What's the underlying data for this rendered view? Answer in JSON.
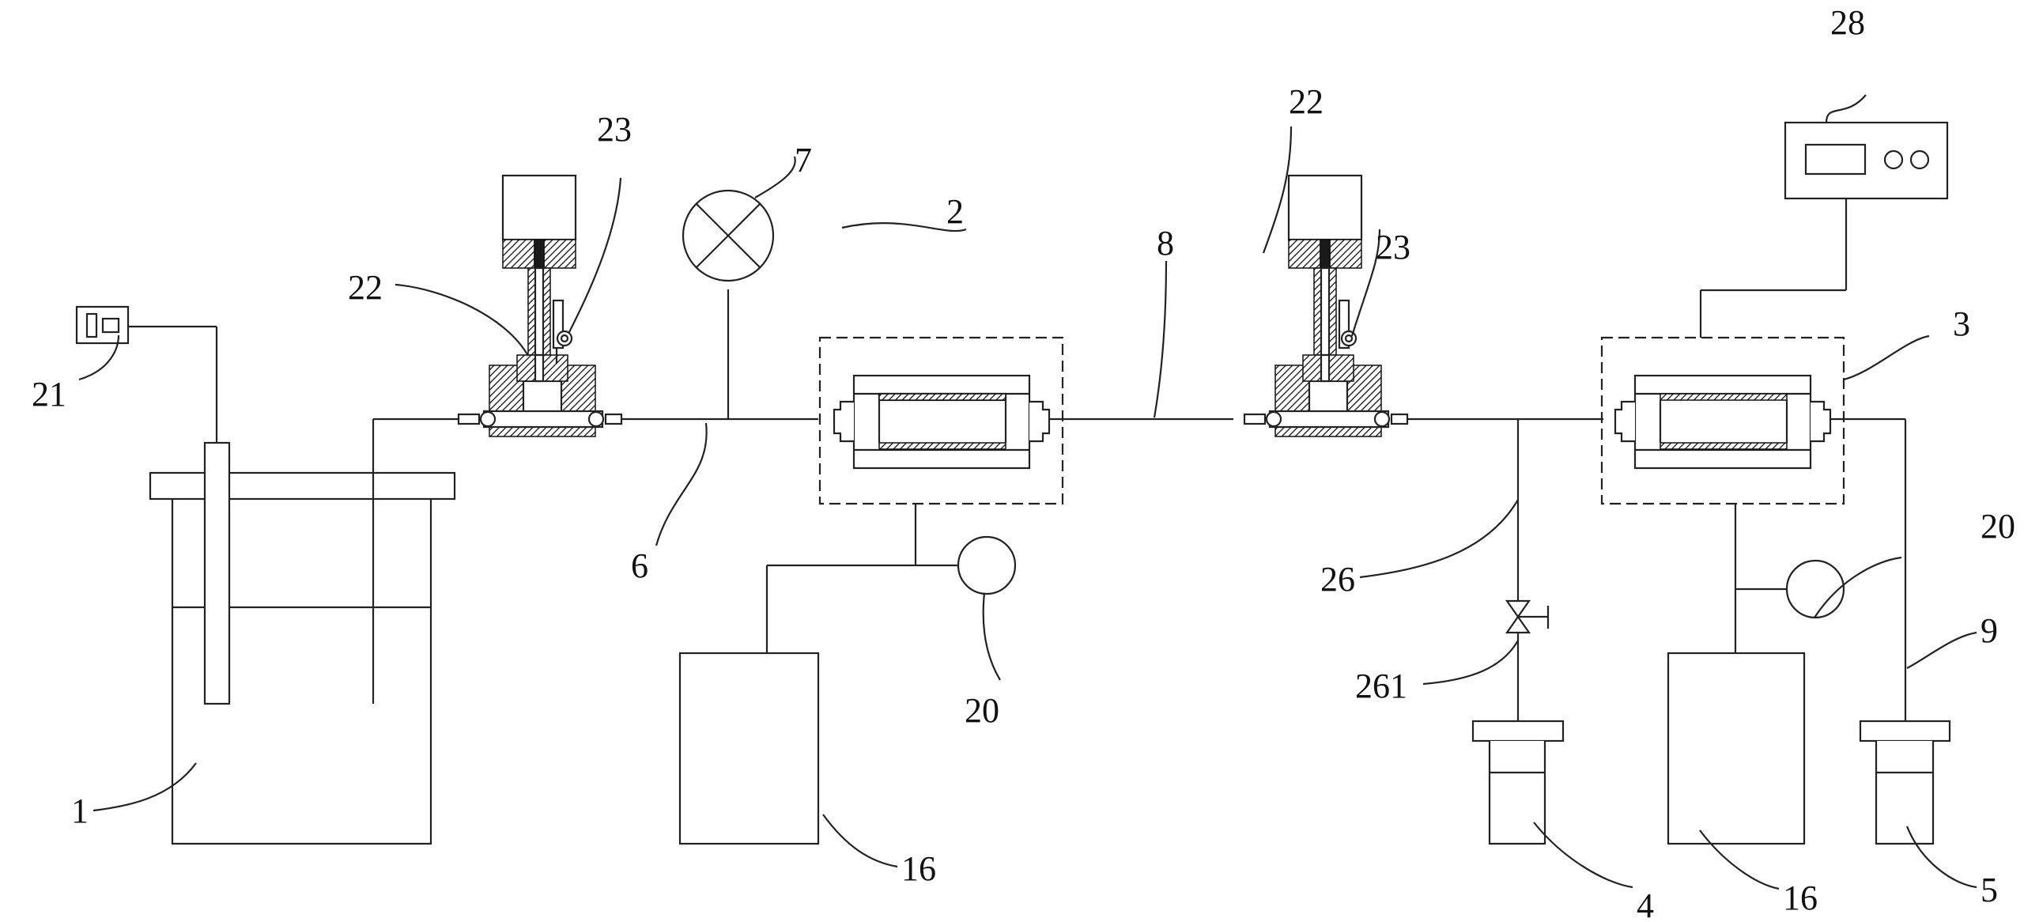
{
  "labels": {
    "l1": "1",
    "l2": "2",
    "l3": "3",
    "l4": "4",
    "l5": "5",
    "l6": "6",
    "l7": "7",
    "l8": "8",
    "l9": "9",
    "l16a": "16",
    "l16b": "16",
    "l20a": "20",
    "l20b": "20",
    "l21": "21",
    "l22a": "22",
    "l22b": "22",
    "l23a": "23",
    "l23b": "23",
    "l26": "26",
    "l28": "28",
    "l261": "261"
  }
}
